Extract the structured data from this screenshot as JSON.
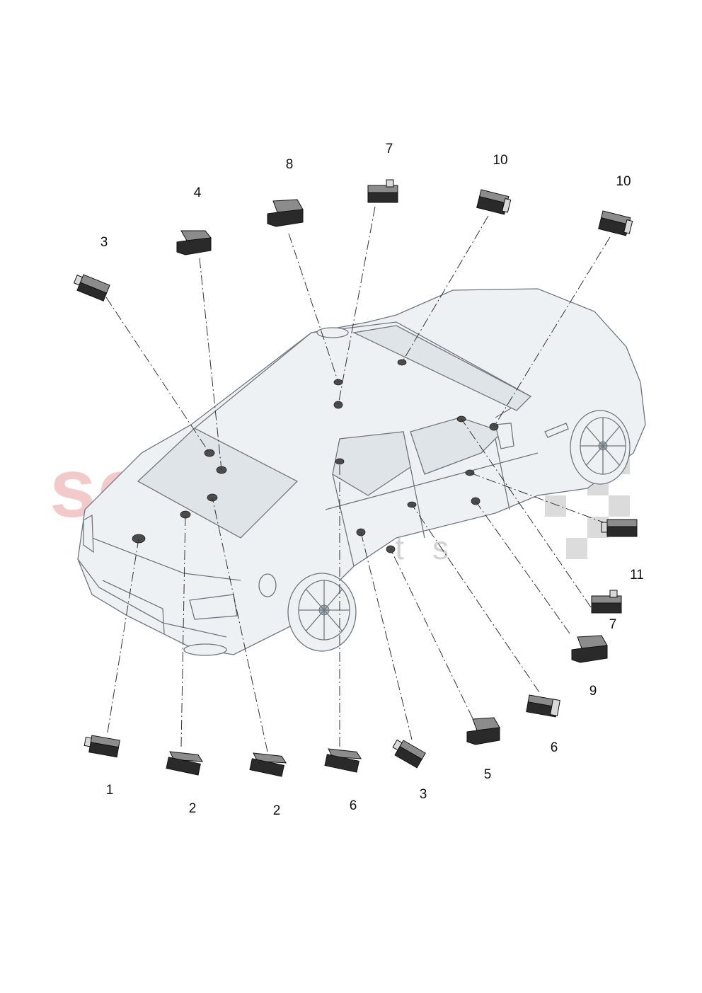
{
  "watermark": {
    "brand": "scuderia",
    "tagline": "car parts",
    "brand_color": "#e8a0a0"
  },
  "callouts": [
    {
      "id": "c1",
      "label": "1"
    },
    {
      "id": "c2a",
      "label": "2"
    },
    {
      "id": "c2b",
      "label": "2"
    },
    {
      "id": "c3a",
      "label": "3"
    },
    {
      "id": "c3b",
      "label": "3"
    },
    {
      "id": "c4",
      "label": "4"
    },
    {
      "id": "c5",
      "label": "5"
    },
    {
      "id": "c6a",
      "label": "6"
    },
    {
      "id": "c6b",
      "label": "6"
    },
    {
      "id": "c7a",
      "label": "7"
    },
    {
      "id": "c7b",
      "label": "7"
    },
    {
      "id": "c8",
      "label": "8"
    },
    {
      "id": "c9",
      "label": "9"
    },
    {
      "id": "c10a",
      "label": "10"
    },
    {
      "id": "c10b",
      "label": "10"
    },
    {
      "id": "c11",
      "label": "11"
    }
  ]
}
